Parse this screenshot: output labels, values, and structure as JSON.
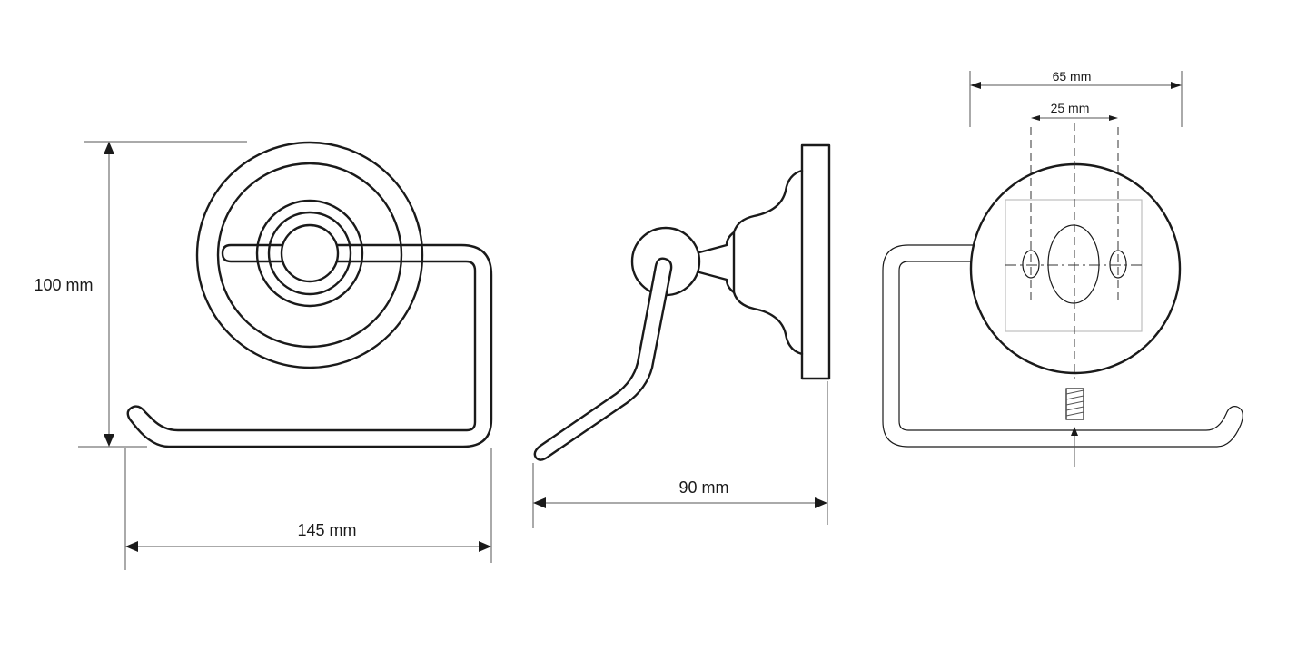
{
  "dimensions": {
    "front_height": "100 mm",
    "front_width": "145 mm",
    "side_depth": "90 mm",
    "back_plate_width": "65 mm",
    "back_hole_spacing": "25 mm"
  }
}
